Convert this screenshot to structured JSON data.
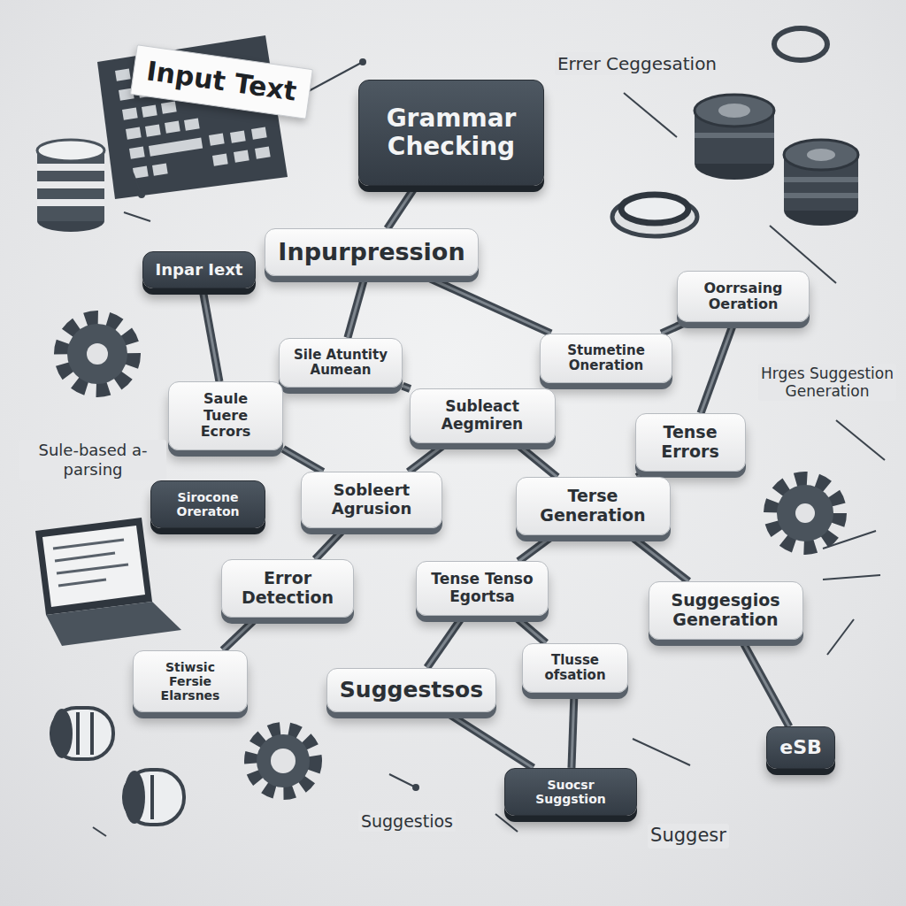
{
  "diagram": {
    "nodes": [
      {
        "text": [
          "Input Text"
        ]
      },
      {
        "text": [
          "Grammar Checking"
        ]
      },
      {
        "text": [
          "Inpurpression"
        ]
      },
      {
        "text": [
          "Inpar Iext"
        ]
      },
      {
        "text": [
          "Oorrsaing Oeration"
        ]
      },
      {
        "text": [
          "Sile Atuntity Aumean"
        ]
      },
      {
        "text": [
          "Stumetine Oneration"
        ]
      },
      {
        "text": [
          "Saule Tuere Ecrors"
        ]
      },
      {
        "text": [
          "Subleact Aegmiren"
        ]
      },
      {
        "text": [
          "Tense Errors"
        ]
      },
      {
        "text": [
          "Sirocone Oreraton"
        ]
      },
      {
        "text": [
          "Sobleert Agrusion"
        ]
      },
      {
        "text": [
          "Terse Generation"
        ]
      },
      {
        "text": [
          "Error Detection"
        ]
      },
      {
        "text": [
          "Tense Tenso Egortsa"
        ]
      },
      {
        "text": [
          "Suggesgios Generation"
        ]
      },
      {
        "text": [
          "Stiwsic Fersie Elarsnes"
        ]
      },
      {
        "text": [
          "Suggestsos"
        ]
      },
      {
        "text": [
          "Tlusse ofsation"
        ]
      },
      {
        "text": [
          "Suocsr Suggstion"
        ]
      },
      {
        "text": [
          "eSB"
        ]
      }
    ],
    "edges": [
      {
        "from": 1,
        "to": 2,
        "arrow": "none"
      },
      {
        "from": 2,
        "to": 5,
        "arrow": "none"
      },
      {
        "from": 2,
        "to": 6,
        "arrow": "none"
      },
      {
        "from": 3,
        "to": 7,
        "arrow": "none"
      },
      {
        "from": 5,
        "to": 8,
        "arrow": "none"
      },
      {
        "from": 6,
        "to": 4,
        "arrow": "none"
      },
      {
        "from": 4,
        "to": 9,
        "arrow": "none"
      },
      {
        "from": 7,
        "to": 11,
        "arrow": "none"
      },
      {
        "from": 8,
        "to": 11,
        "arrow": "none"
      },
      {
        "from": 8,
        "to": 12,
        "arrow": "none"
      },
      {
        "from": 9,
        "to": 12,
        "arrow": "none"
      },
      {
        "from": 11,
        "to": 13,
        "arrow": "none"
      },
      {
        "from": 12,
        "to": 14,
        "arrow": "none"
      },
      {
        "from": 12,
        "to": 15,
        "arrow": "none"
      },
      {
        "from": 13,
        "to": 16,
        "arrow": "none"
      },
      {
        "from": 14,
        "to": 17,
        "arrow": "none"
      },
      {
        "from": 14,
        "to": 18,
        "arrow": "none"
      },
      {
        "from": 17,
        "to": 19,
        "arrow": "none"
      },
      {
        "from": 18,
        "to": 19,
        "arrow": "none"
      },
      {
        "from": 15,
        "to": 20,
        "arrow": "none"
      }
    ],
    "labels": [
      "Errer Ceggesation",
      "Sule-based a-parsing",
      "Hrges Suggestion Generation",
      "Suggestios",
      "Suggesr"
    ]
  }
}
